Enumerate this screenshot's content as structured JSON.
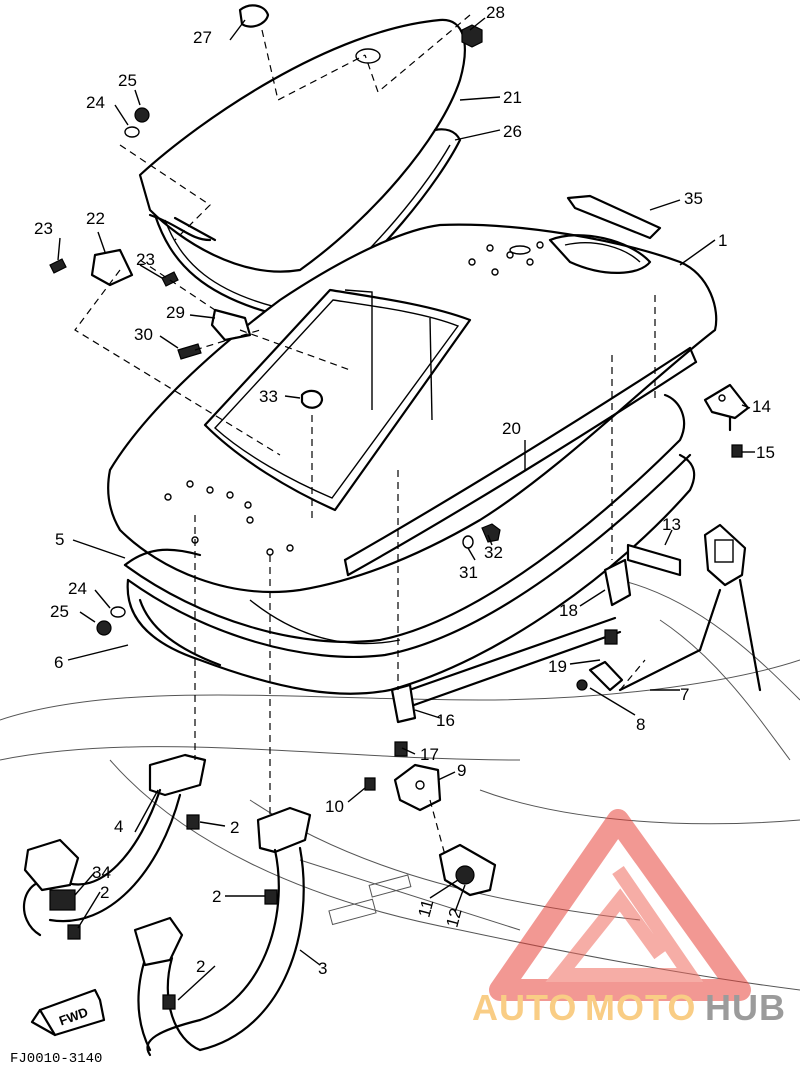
{
  "callouts": [
    {
      "id": "c1",
      "text": "1"
    },
    {
      "id": "c2a",
      "text": "2"
    },
    {
      "id": "c2b",
      "text": "2"
    },
    {
      "id": "c2c",
      "text": "2"
    },
    {
      "id": "c2d",
      "text": "2"
    },
    {
      "id": "c3",
      "text": "3"
    },
    {
      "id": "c4",
      "text": "4"
    },
    {
      "id": "c5",
      "text": "5"
    },
    {
      "id": "c6",
      "text": "6"
    },
    {
      "id": "c7",
      "text": "7"
    },
    {
      "id": "c8",
      "text": "8"
    },
    {
      "id": "c9",
      "text": "9"
    },
    {
      "id": "c10",
      "text": "10"
    },
    {
      "id": "c11",
      "text": "11"
    },
    {
      "id": "c12",
      "text": "12"
    },
    {
      "id": "c13",
      "text": "13"
    },
    {
      "id": "c14",
      "text": "14"
    },
    {
      "id": "c15",
      "text": "15"
    },
    {
      "id": "c16",
      "text": "16"
    },
    {
      "id": "c17",
      "text": "17"
    },
    {
      "id": "c18",
      "text": "18"
    },
    {
      "id": "c19",
      "text": "19"
    },
    {
      "id": "c20",
      "text": "20"
    },
    {
      "id": "c21",
      "text": "21"
    },
    {
      "id": "c22",
      "text": "22"
    },
    {
      "id": "c23a",
      "text": "23"
    },
    {
      "id": "c23b",
      "text": "23"
    },
    {
      "id": "c24a",
      "text": "24"
    },
    {
      "id": "c24b",
      "text": "24"
    },
    {
      "id": "c25a",
      "text": "25"
    },
    {
      "id": "c25b",
      "text": "25"
    },
    {
      "id": "c26",
      "text": "26"
    },
    {
      "id": "c27",
      "text": "27"
    },
    {
      "id": "c28",
      "text": "28"
    },
    {
      "id": "c29",
      "text": "29"
    },
    {
      "id": "c30",
      "text": "30"
    },
    {
      "id": "c31",
      "text": "31"
    },
    {
      "id": "c32",
      "text": "32"
    },
    {
      "id": "c33",
      "text": "33"
    },
    {
      "id": "c34",
      "text": "34"
    },
    {
      "id": "c35",
      "text": "35"
    }
  ],
  "footer": {
    "code": "FJ0010-3140",
    "fwd": "FWD"
  },
  "watermark": {
    "part1": "AUTO",
    "part2": "MOTO",
    "part3": "HUB"
  },
  "colors": {
    "line": "#000000",
    "watermark_red": "#e8453c",
    "watermark_orange": "#f5a623",
    "watermark_gray": "#4a4a4a"
  }
}
